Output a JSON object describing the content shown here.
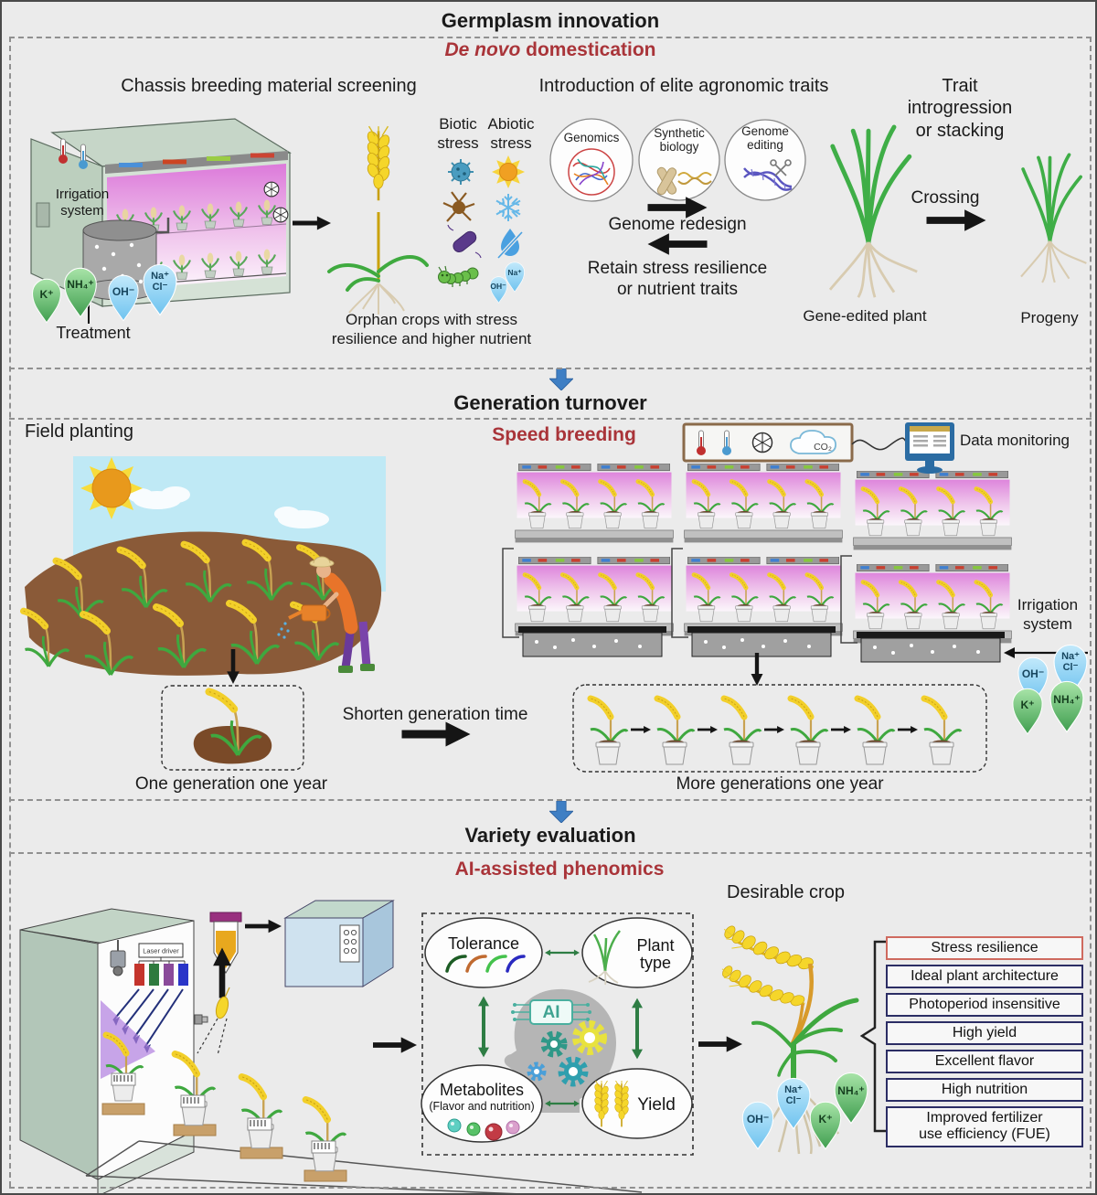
{
  "colors": {
    "accent_red": "#a93439",
    "arrow_blue": "#3f7fc4",
    "green_arrow": "#2e7d44",
    "trait_border": "#2b2d64",
    "stress_border": "#cf6a5f",
    "background": "#ebebeb"
  },
  "figure": {
    "title": "Germplasm innovation"
  },
  "s1": {
    "subtitle_italic": "De novo",
    "subtitle_rest": " domestication",
    "heading_chassis": "Chassis breeding material screening",
    "heading_elite": "Introduction of elite agronomic traits",
    "heading_trait": "Trait introgression\nor stacking",
    "irrigation": "Irrigation\nsystem",
    "treatment": "Treatment",
    "ion_k": "K⁺",
    "ion_nh4": "NH₄⁺",
    "ion_oh": "OH⁻",
    "ion_na": "Na⁺",
    "ion_cl": "Cl⁻",
    "biotic": "Biotic\nstress",
    "abiotic": "Abiotic\nstress",
    "mini_na": "Na⁺",
    "mini_oh": "OH⁻",
    "orphan_caption": "Orphan crops with stress\nresilience and higher nutrient",
    "circle_genomics": "Genomics",
    "circle_synbio_1": "Synthetic",
    "circle_synbio_2": "biology",
    "circle_editing_1": "Genome",
    "circle_editing_2": "editing",
    "genome_redesign": "Genome redesign",
    "retain": "Retain stress resilience\nor nutrient traits",
    "crossing": "Crossing",
    "gene_edited": "Gene-edited plant",
    "progeny": "Progeny"
  },
  "s2": {
    "title": "Generation turnover",
    "subtitle": "Speed breeding",
    "field_planting": "Field planting",
    "co2": "CO₂",
    "data_monitoring": "Data monitoring",
    "one_generation": "One generation one year",
    "shorten": "Shorten generation time",
    "more_generations": "More generations one year",
    "irrigation": "Irrigation\nsystem",
    "ion_oh": "OH⁻",
    "ion_na": "Na⁺",
    "ion_cl": "Cl⁻",
    "ion_k": "K⁺",
    "ion_nh4": "NH₄⁺"
  },
  "s3": {
    "title": "Variety evaluation",
    "subtitle": "AI-assisted phenomics",
    "desirable_crop": "Desirable crop",
    "laser_driver": "Laser driver",
    "ai": "AI",
    "tolerance": "Tolerance",
    "plant_type_1": "Plant",
    "plant_type_2": "type",
    "metabolites": "Metabolites",
    "metabolites_sub": "(Flavor and nutrition)",
    "yield": "Yield",
    "ion_na": "Na⁺",
    "ion_cl": "Cl⁻",
    "ion_oh": "OH⁻",
    "ion_nh4": "NH₄⁺",
    "ion_k": "K⁺",
    "traits": [
      "Stress resilience",
      "Ideal plant architecture",
      "Photoperiod insensitive",
      "High yield",
      "Excellent flavor",
      "High nutrition",
      "Improved fertilizer\nuse efficiency (FUE)"
    ]
  }
}
